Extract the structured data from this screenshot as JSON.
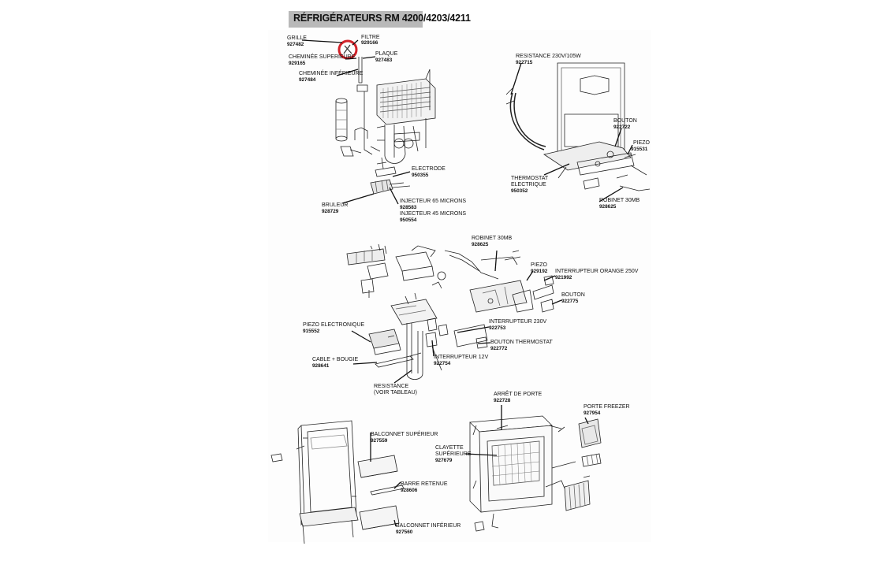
{
  "title": "RÉFRIGÉRATEURS RM 4200/4203/4211",
  "accent": "#d2232a",
  "parts": {
    "grille": {
      "label": "GRILLE",
      "ref": "927482"
    },
    "filtre": {
      "label": "FILTRE",
      "ref": "929166"
    },
    "plaque": {
      "label": "PLAQUE",
      "ref": "927483"
    },
    "cheminee_sup": {
      "label": "CHEMINÉE SUPERIEURE",
      "ref": "929165"
    },
    "cheminee_inf": {
      "label": "CHEMINÉE INFÉRIEURE",
      "ref": "927484"
    },
    "electrode": {
      "label": "ELECTRODE",
      "ref": "950355"
    },
    "bruleur": {
      "label": "BRULEUR",
      "ref": "928729"
    },
    "injecteur65": {
      "label": "INJECTEUR 65 MICRONS",
      "ref": "928583"
    },
    "injecteur45": {
      "label": "INJECTEUR 45 MICRONS",
      "ref": "950554"
    },
    "resistance230": {
      "label": "RESISTANCE 230V/105W",
      "ref": "922715"
    },
    "bouton_top": {
      "label": "BOUTON",
      "ref": "922722"
    },
    "piezo_top": {
      "label": "PIEZO",
      "ref": "915531"
    },
    "thermostat": {
      "label1": "THERMOSTAT",
      "label2": "ELECTRIQUE",
      "ref": "950352"
    },
    "robinet_top": {
      "label": "ROBINET 30MB",
      "ref": "928625"
    },
    "robinet_mid": {
      "label": "ROBINET 30MB",
      "ref": "928625"
    },
    "piezo_mid": {
      "label": "PIEZO",
      "ref": "929192"
    },
    "interrupteur_orange": {
      "label": "INTERRUPTEUR ORANGE 250V",
      "ref": "921992"
    },
    "bouton_mid": {
      "label": "BOUTON",
      "ref": "922775"
    },
    "piezo_electronique": {
      "label": "PIEZO ELECTRONIQUE",
      "ref": "915552"
    },
    "interrupteur230": {
      "label": "INTERRUPTEUR 230V",
      "ref": "922753"
    },
    "bouton_thermostat": {
      "label": "BOUTON THERMOSTAT",
      "ref": "922772"
    },
    "cable_bougie": {
      "label": "CABLE + BOUGIE",
      "ref": "928641"
    },
    "interrupteur12": {
      "label": "INTERRUPTEUR 12V",
      "ref": "922754"
    },
    "resistance_tableau": {
      "label1": "RESISTANCE",
      "label2": "(VOIR TABLEAU)"
    },
    "arret_porte": {
      "label": "ARRÊT DE PORTE",
      "ref": "922728"
    },
    "porte_freezer": {
      "label": "PORTE FREEZER",
      "ref": "927954"
    },
    "balconnet_sup": {
      "label": "BALCONNET SUPÉRIEUR",
      "ref": "927559"
    },
    "clayette_sup": {
      "label1": "CLAYETTE",
      "label2": "SUPÉRIEURE",
      "ref": "927679"
    },
    "barre_retenue": {
      "label": "BARRE RETENUE",
      "ref": "928606"
    },
    "balconnet_inf": {
      "label": "BALCONNET INFÉRIEUR",
      "ref": "927560"
    }
  }
}
